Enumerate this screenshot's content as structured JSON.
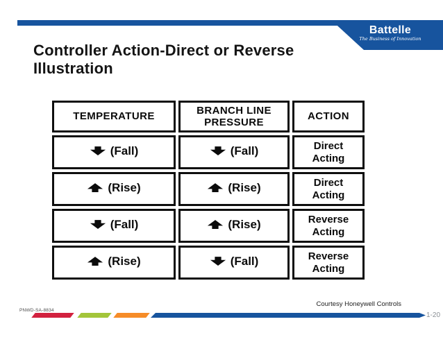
{
  "header": {
    "title": "Controller Action-Direct or Reverse Illustration",
    "logo": {
      "brand": "Battelle",
      "tagline": "The Business of Innovation"
    }
  },
  "table": {
    "headers": [
      "TEMPERATURE",
      "BRANCH LINE PRESSURE",
      "ACTION"
    ],
    "rows": [
      {
        "temperature_arrow": "down",
        "temperature_label": "(Fall)",
        "pressure_arrow": "down",
        "pressure_label": "(Fall)",
        "action": "Direct Acting"
      },
      {
        "temperature_arrow": "up",
        "temperature_label": "(Rise)",
        "pressure_arrow": "up",
        "pressure_label": "(Rise)",
        "action": "Direct Acting"
      },
      {
        "temperature_arrow": "down",
        "temperature_label": "(Fall)",
        "pressure_arrow": "up",
        "pressure_label": "(Rise)",
        "action": "Reverse Acting"
      },
      {
        "temperature_arrow": "up",
        "temperature_label": "(Rise)",
        "pressure_arrow": "down",
        "pressure_label": "(Fall)",
        "action": "Reverse Acting"
      }
    ]
  },
  "footer": {
    "courtesy": "Courtesy Honeywell Controls",
    "document_number": "PNWD-SA-8834",
    "page_number": "1-20"
  },
  "colors": {
    "brand_blue": "#17549E",
    "stripe_red": "#D2213F",
    "stripe_green": "#A3C53A",
    "stripe_orange": "#F68C28"
  }
}
